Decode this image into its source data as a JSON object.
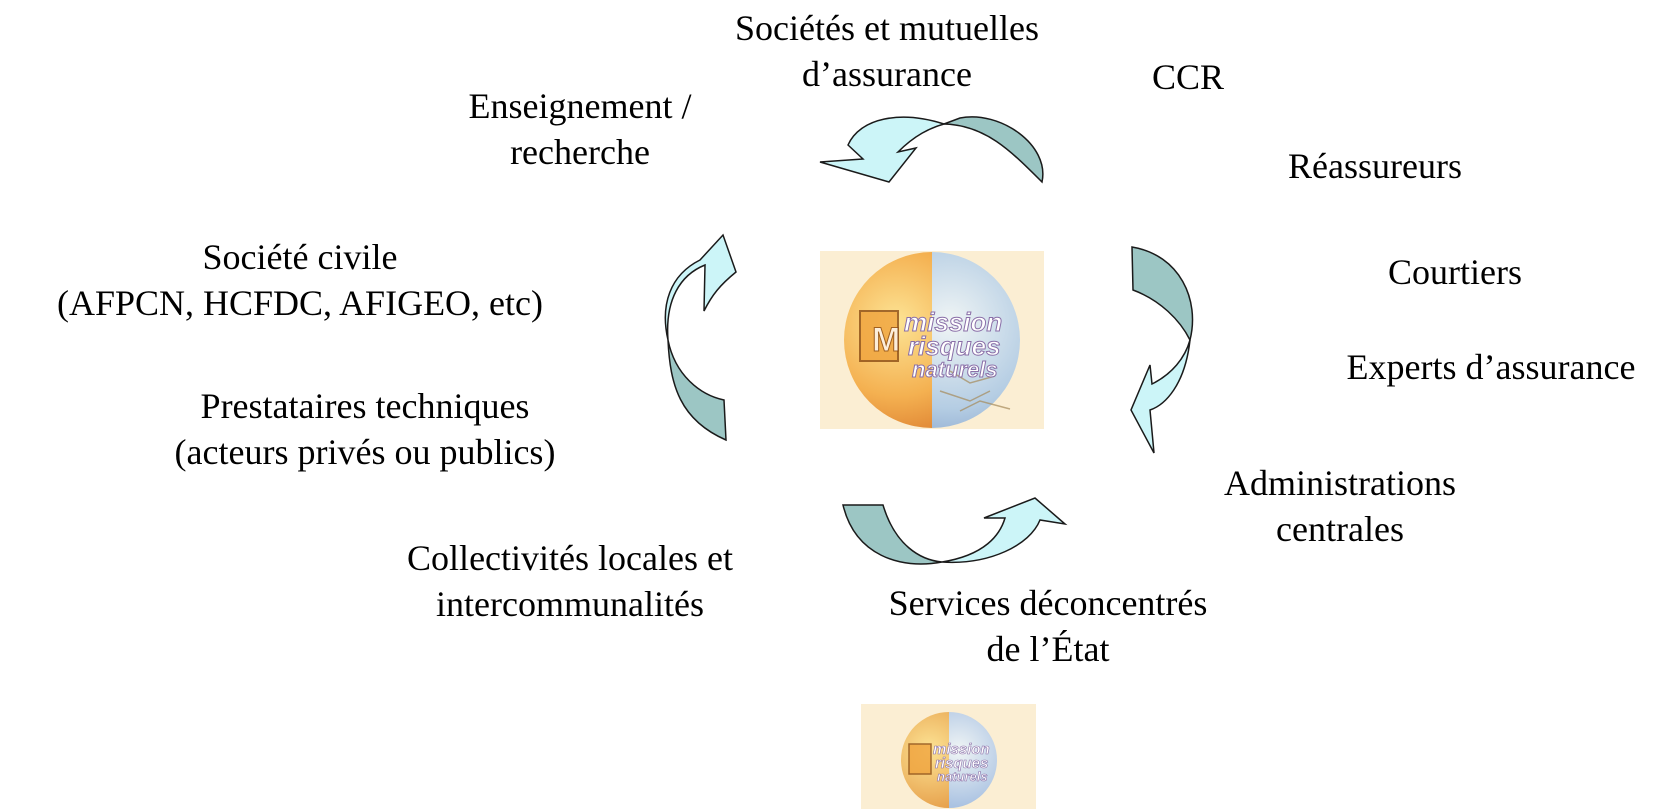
{
  "actors": {
    "societes": [
      "Sociétés et mutuelles",
      "d’assurance"
    ],
    "ccr": [
      "CCR"
    ],
    "enseignement": [
      "Enseignement /",
      "recherche"
    ],
    "reassureurs": [
      "Réassureurs"
    ],
    "societe_civile": [
      "Société civile",
      "(AFPCN, HCFDC, AFIGEO, etc)"
    ],
    "courtiers": [
      "Courtiers"
    ],
    "experts": [
      "Experts d’assurance"
    ],
    "prestataires": [
      "Prestataires techniques",
      "(acteurs privés ou publics)"
    ],
    "administrations": [
      "Administrations",
      "centrales"
    ],
    "collectivites": [
      "Collectivités locales et",
      "intercommunalités"
    ],
    "services": [
      "Services déconcentrés",
      "de l’État"
    ]
  },
  "logo": {
    "lines": [
      "mission",
      "risques",
      "naturels"
    ]
  },
  "colors": {
    "arrow_light": "#ccf5f8",
    "arrow_dark": "#9cc6c4",
    "arrow_stroke": "#1a1a1a"
  }
}
